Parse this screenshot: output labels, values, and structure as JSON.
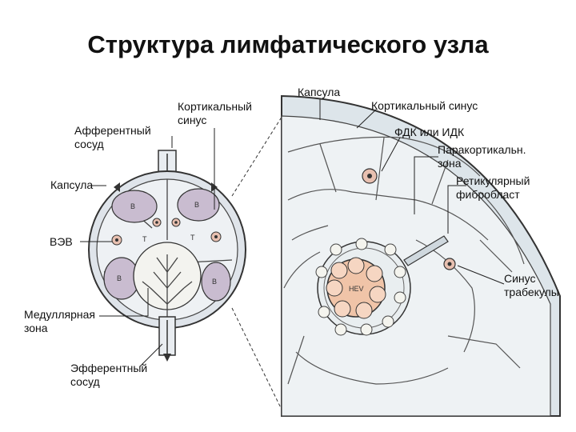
{
  "title": "Структура лимфатического узла",
  "left_labels": {
    "afferent": [
      "Афферентный",
      "сосуд"
    ],
    "capsule": "Капсула",
    "hev": "ВЭВ",
    "medullary": [
      "Медуллярная",
      "зона"
    ],
    "efferent": [
      "Эфферентный",
      "сосуд"
    ],
    "cortical_sinus": [
      "Кортикальный",
      "синус"
    ]
  },
  "right_labels": {
    "capsule": "Капсула",
    "cortical_sinus": "Кортикальный синус",
    "fdc": "ФДК или ИДК",
    "paracortical": [
      "Паракортикальн.",
      "зона"
    ],
    "reticular": [
      "Ретикулярный",
      "фибробласт"
    ],
    "trabecular_sinus": [
      "Синус",
      "трабекулы"
    ]
  },
  "node_marks": {
    "b_follicle": "B",
    "t_zone": "T",
    "hev_center": "HEV"
  },
  "colors": {
    "node_fill": "#dfe4ea",
    "follicle_fill": "#c9bcd0",
    "cell_fill": "#e8c0b0",
    "hev_fill": "#f0c4a8",
    "outline": "#333333"
  }
}
